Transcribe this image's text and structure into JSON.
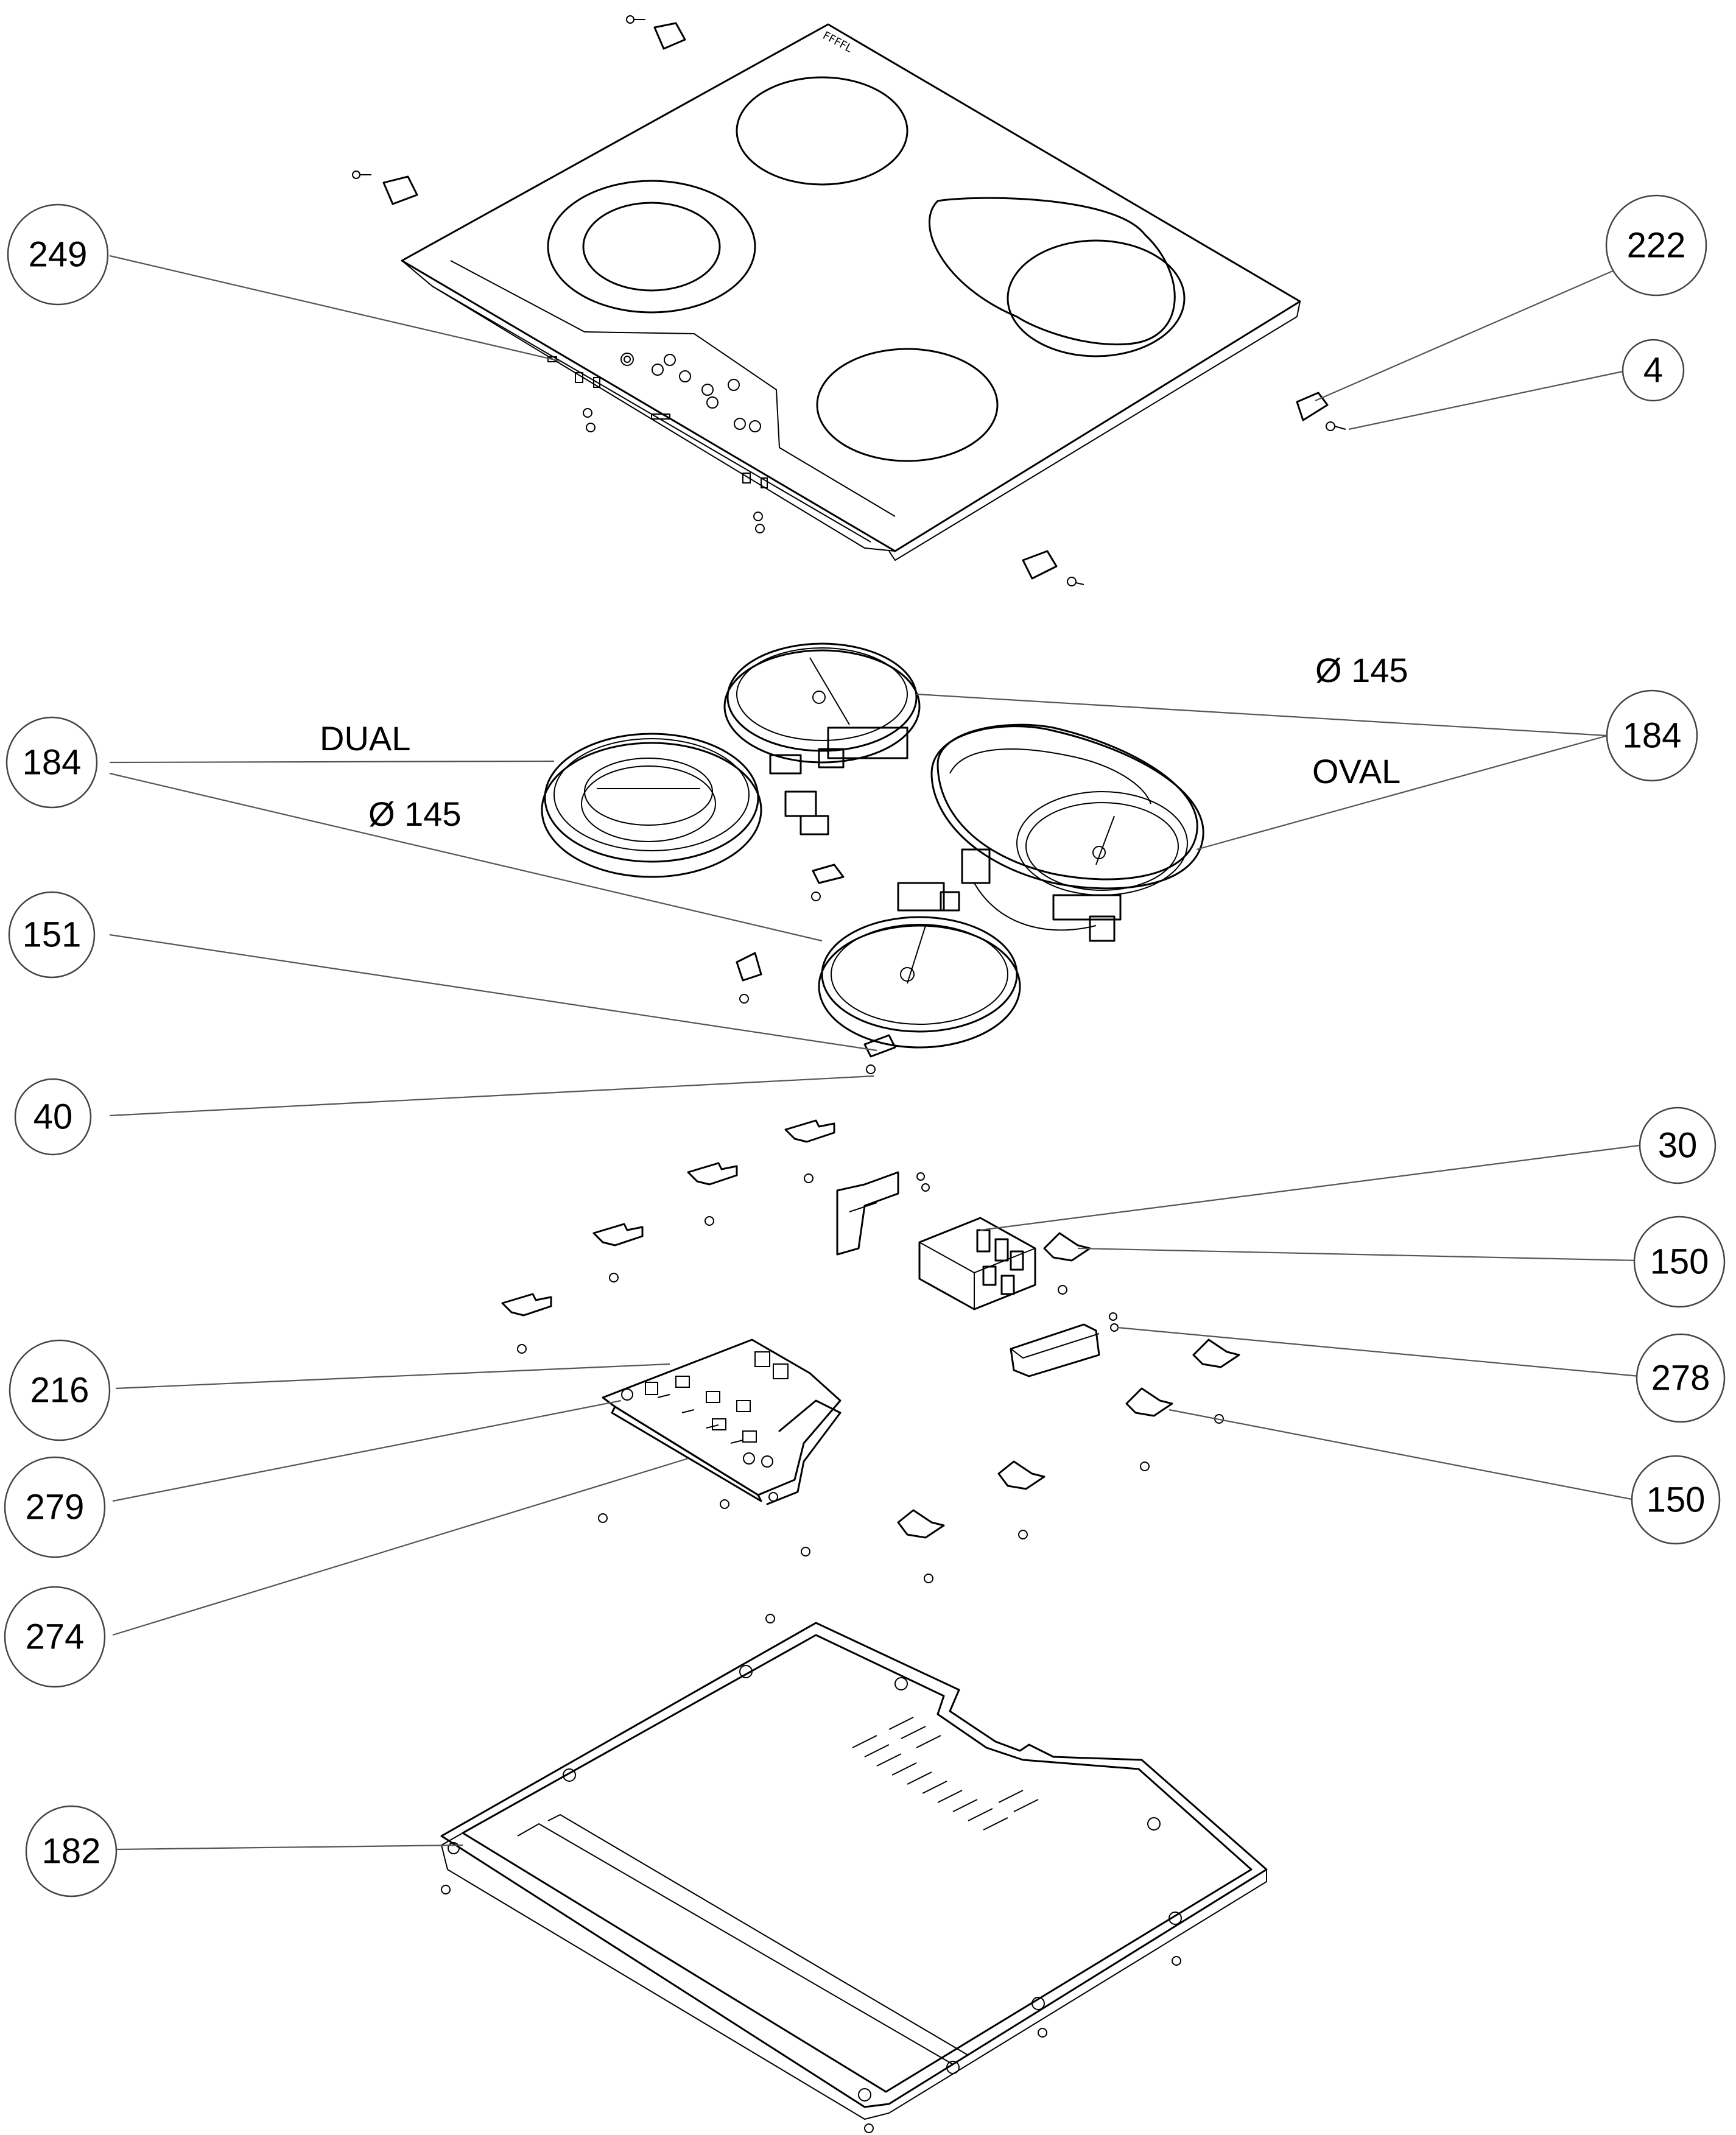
{
  "callouts": [
    {
      "id": "249",
      "label": "249"
    },
    {
      "id": "222",
      "label": "222"
    },
    {
      "id": "4",
      "label": "4"
    },
    {
      "id": "184-right",
      "label": "184"
    },
    {
      "id": "184-left",
      "label": "184"
    },
    {
      "id": "151",
      "label": "151"
    },
    {
      "id": "40",
      "label": "40"
    },
    {
      "id": "30",
      "label": "30"
    },
    {
      "id": "150-upper",
      "label": "150"
    },
    {
      "id": "216",
      "label": "216"
    },
    {
      "id": "278",
      "label": "278"
    },
    {
      "id": "279",
      "label": "279"
    },
    {
      "id": "150-lower",
      "label": "150"
    },
    {
      "id": "274",
      "label": "274"
    },
    {
      "id": "182",
      "label": "182"
    }
  ],
  "annotations": {
    "dual": "DUAL",
    "oval": "OVAL",
    "diameter_top": "Ø 145",
    "diameter_left": "Ø 145"
  },
  "brand_mark": "FFFFL"
}
